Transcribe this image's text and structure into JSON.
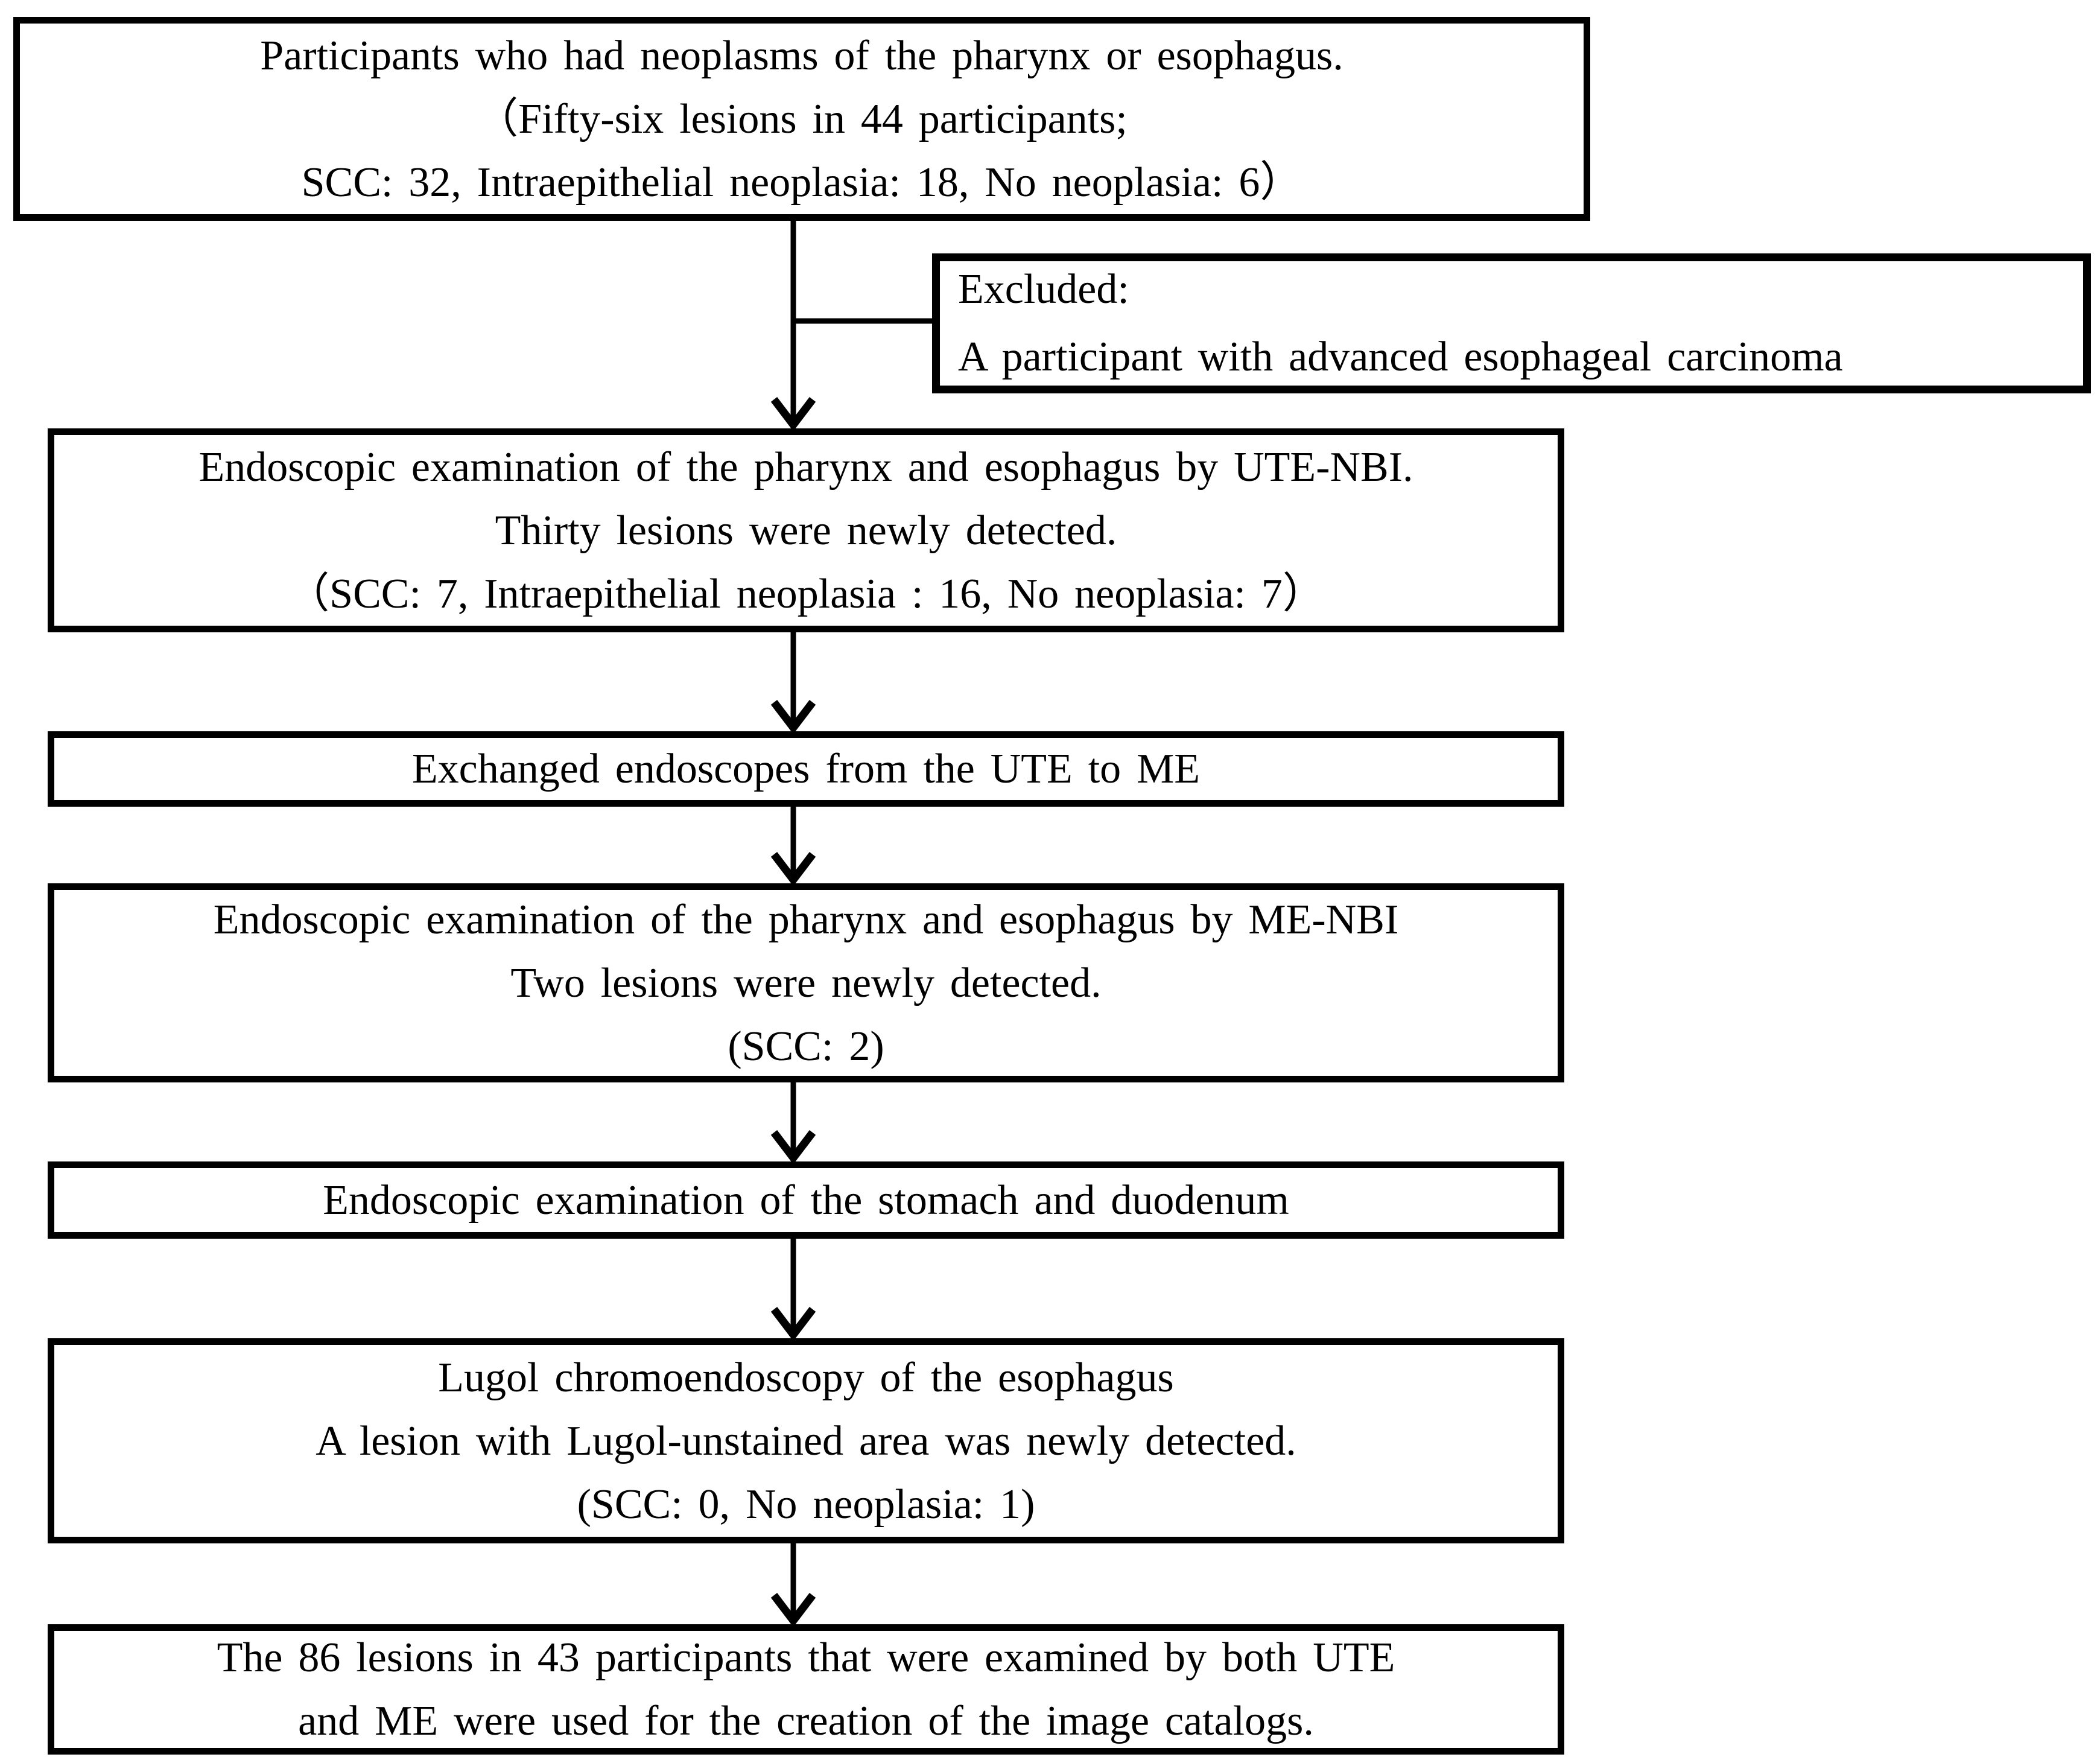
{
  "figure": {
    "type": "study-flowchart",
    "background_color": "#ffffff",
    "line_color": "#000000",
    "text_color": "#000000"
  },
  "boxes": {
    "participants": {
      "lines": [
        "Participants who had neoplasms of the pharynx or esophagus.",
        "（Fifty-six lesions in 44 participants;",
        "SCC: 32, Intraepithelial neoplasia: 18, No neoplasia: 6）"
      ]
    },
    "excluded": {
      "lines": [
        "Excluded:",
        "A participant with advanced esophageal carcinoma"
      ]
    },
    "ute_nbi": {
      "lines": [
        "Endoscopic examination of the pharynx and esophagus by UTE-NBI.",
        "Thirty lesions were newly detected.",
        "（SCC: 7, Intraepithelial neoplasia : 16, No neoplasia: 7）"
      ]
    },
    "exchange": {
      "lines": [
        "Exchanged endoscopes from the UTE to ME"
      ]
    },
    "me_nbi": {
      "lines": [
        "Endoscopic examination of the pharynx and esophagus by ME-NBI",
        "Two lesions were newly detected.",
        "(SCC: 2)"
      ]
    },
    "stomach": {
      "lines": [
        "Endoscopic examination of the stomach and duodenum"
      ]
    },
    "lugol": {
      "lines": [
        "Lugol chromoendoscopy of the esophagus",
        "A lesion with Lugol-unstained area was newly detected.",
        "(SCC: 0, No neoplasia: 1)"
      ]
    },
    "final": {
      "lines": [
        "The 86 lesions in 43 participants that were examined by both UTE",
        "and ME were used for the creation of the image catalogs."
      ]
    }
  }
}
